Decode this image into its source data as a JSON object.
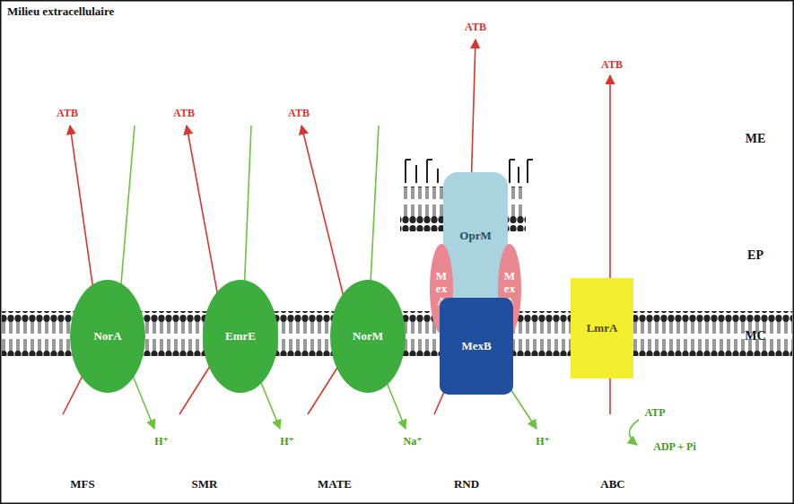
{
  "diagram": {
    "nodes": [
      {
        "text": [
          "NorA"
        ]
      },
      {
        "text": [
          "EmrE"
        ]
      },
      {
        "text": [
          "NorM"
        ]
      },
      {
        "text": [
          "OprM"
        ]
      },
      {
        "text": [
          "MexA"
        ]
      },
      {
        "text": [
          "MexA"
        ]
      },
      {
        "text": [
          "MexB"
        ]
      },
      {
        "text": [
          "LmrA"
        ]
      }
    ],
    "labels": [
      "Milieu extracellulaire",
      "ATB",
      "ATB",
      "ATB",
      "ATB",
      "ATB",
      "ME",
      "EP",
      "MC",
      "H⁺",
      "H⁺",
      "Na⁺",
      "H⁺",
      "ATP",
      "ADP + Pi",
      "MFS",
      "SMR",
      "MATE",
      "RND",
      "ABC"
    ]
  }
}
